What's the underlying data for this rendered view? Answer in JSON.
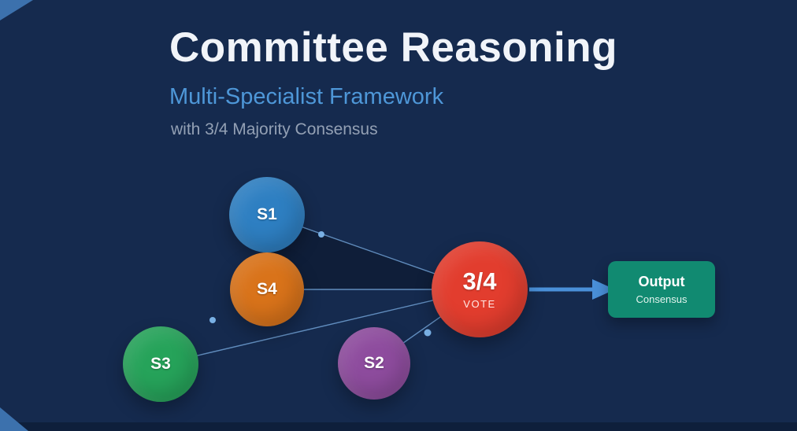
{
  "header": {
    "title": "Committee Reasoning",
    "subtitle": "Multi-Specialist Framework",
    "tagline": "with 3/4 Majority Consensus"
  },
  "diagram": {
    "specialists": [
      {
        "label": "S1",
        "color": "#2e7fc2"
      },
      {
        "label": "S4",
        "color": "#d9731a"
      },
      {
        "label": "S3",
        "color": "#26a35a"
      },
      {
        "label": "S2",
        "color": "#8e4c9e"
      }
    ],
    "vote_node": {
      "label": "3/4",
      "sublabel": "VOTE",
      "color": "#e23d2e"
    },
    "output_node": {
      "title": "Output",
      "subtitle": "Consensus",
      "color": "#118a71"
    },
    "colors": {
      "background": "#152a4e",
      "connector": "#74a6db",
      "arrow": "#4a90d9"
    }
  }
}
